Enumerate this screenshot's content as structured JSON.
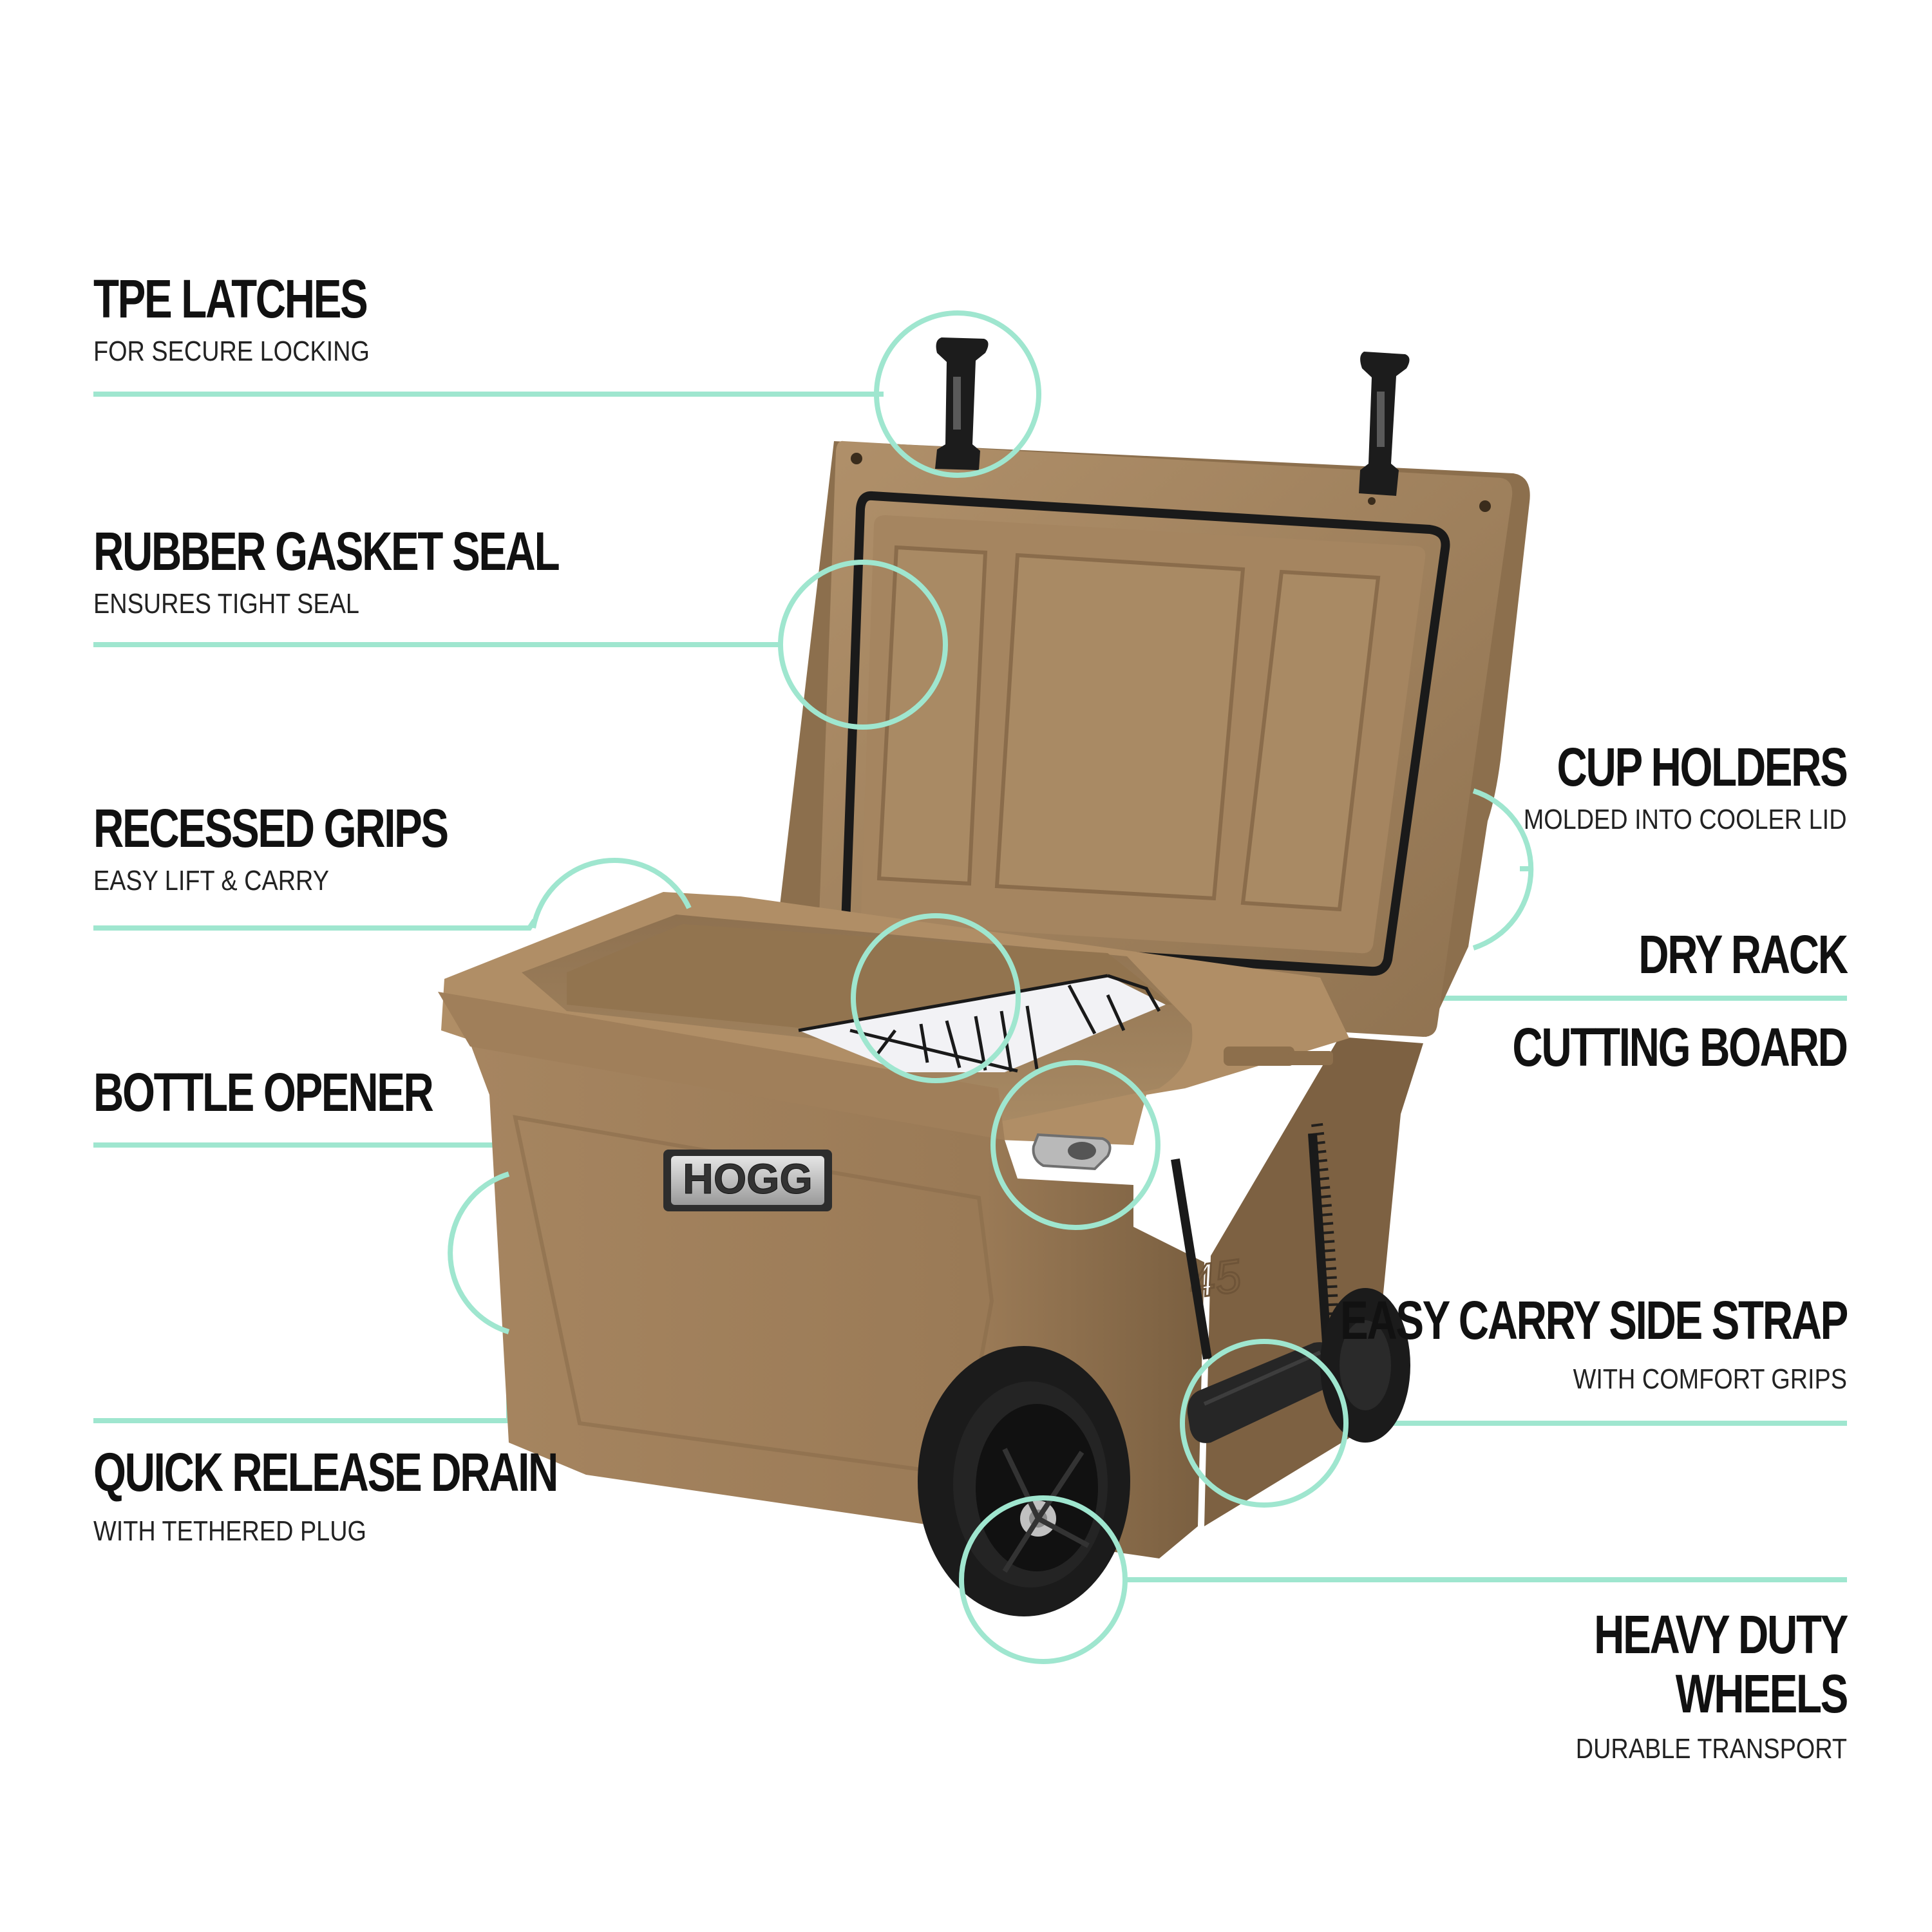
{
  "accent_color": "#9fe6cf",
  "cooler": {
    "brand_badge": "HOGG",
    "capacity_mark": "45",
    "body_color": "#a8865e"
  },
  "features": {
    "tpe_latches": {
      "title": "TPE LATCHES",
      "subtitle": "FOR SECURE LOCKING"
    },
    "rubber_gasket_seal": {
      "title": "RUBBER GASKET SEAL",
      "subtitle": "ENSURES TIGHT SEAL"
    },
    "recessed_grips": {
      "title": "RECESSED GRIPS",
      "subtitle": "EASY LIFT & CARRY"
    },
    "bottle_opener": {
      "title": "BOTTLE OPENER"
    },
    "quick_release_drain": {
      "title": "QUICK RELEASE DRAIN",
      "subtitle": "WITH TETHERED PLUG"
    },
    "cup_holders": {
      "title": "CUP HOLDERS",
      "subtitle": "MOLDED INTO COOLER LID"
    },
    "dry_rack": {
      "title": "DRY RACK"
    },
    "cutting_board": {
      "title": "CUTTING BOARD"
    },
    "easy_carry_side_strap": {
      "title": "EASY CARRY SIDE STRAP",
      "subtitle": "WITH COMFORT GRIPS"
    },
    "heavy_duty_wheels": {
      "title": "HEAVY DUTY WHEELS",
      "subtitle": "DURABLE TRANSPORT"
    }
  }
}
